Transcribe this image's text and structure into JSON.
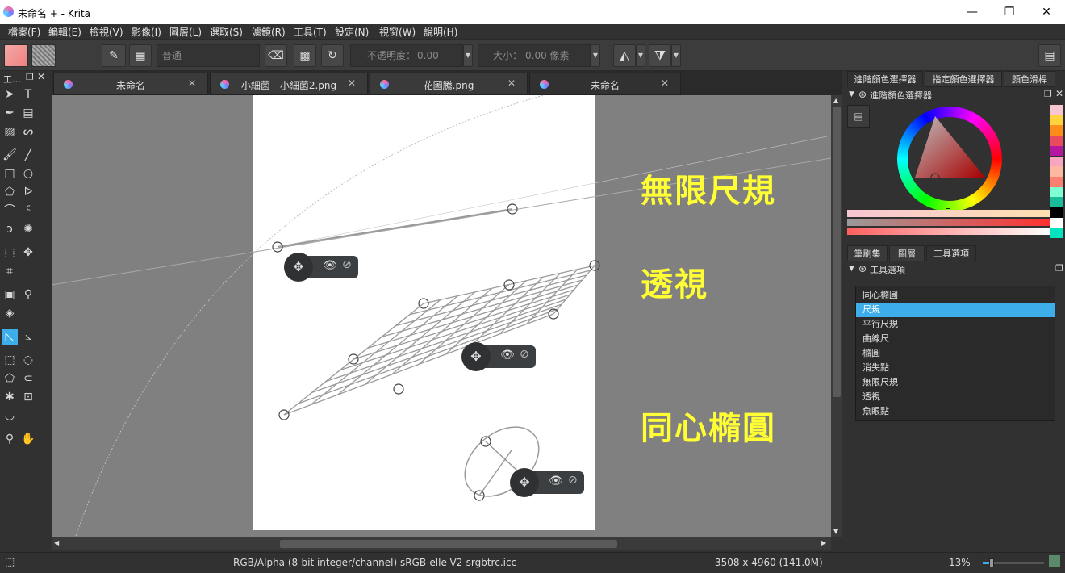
{
  "window": {
    "title": "未命名 + - Krita",
    "min": "—",
    "max": "❐",
    "close": "✕"
  },
  "menu": [
    "檔案(F)",
    "編輯(E)",
    "檢視(V)",
    "影像(I)",
    "圖層(L)",
    "選取(S)",
    "濾鏡(R)",
    "工具(T)",
    "設定(N)",
    "視窗(W)",
    "說明(H)"
  ],
  "toolbar": {
    "blend_mode": "普通",
    "opacity_label": "不透明度：",
    "opacity_value": "0.00",
    "size_label": "大小：",
    "size_value": "0.00 像素"
  },
  "toolbox": {
    "title": "工…"
  },
  "tabs": [
    {
      "label": "未命名"
    },
    {
      "label": "小細菌 - 小細菌2.png"
    },
    {
      "label": "花圖騰.png"
    },
    {
      "label": "未命名"
    }
  ],
  "canvas_labels": {
    "infinite_ruler": "無限尺規",
    "perspective": "透視",
    "concentric_ellipse": "同心橢圓"
  },
  "right_panel": {
    "top_tabs": [
      "進階顏色選擇器",
      "指定顏色選擇器",
      "顏色滑桿"
    ],
    "color_docker_title": "進階顏色選擇器",
    "bottom_tabs": [
      "筆刷集",
      "圖層",
      "工具選項"
    ],
    "tool_options_title": "工具選項",
    "ruler_types": [
      "同心橢圓",
      "尺規",
      "平行尺規",
      "曲線尺",
      "橢圓",
      "消失點",
      "無限尺規",
      "透視",
      "魚眼點"
    ],
    "selected_ruler": 1,
    "swatches": [
      "#f7c6d2",
      "#ffd23f",
      "#ff8c1a",
      "#e84a5f",
      "#b5179e",
      "#f8a5c2",
      "#ffb8a0",
      "#fa8072",
      "#7fffd4",
      "#1abc9c",
      "#000000",
      "#ffffff",
      "#00e5c0"
    ]
  },
  "status": {
    "color_model": "RGB/Alpha (8-bit integer/channel)  sRGB-elle-V2-srgbtrc.icc",
    "dimensions": "3508 x 4960 (141.0M)",
    "zoom": "13%"
  },
  "colors": {
    "accent": "#3daee9",
    "label": "#ffff33",
    "canvas_bg": "#808080"
  }
}
